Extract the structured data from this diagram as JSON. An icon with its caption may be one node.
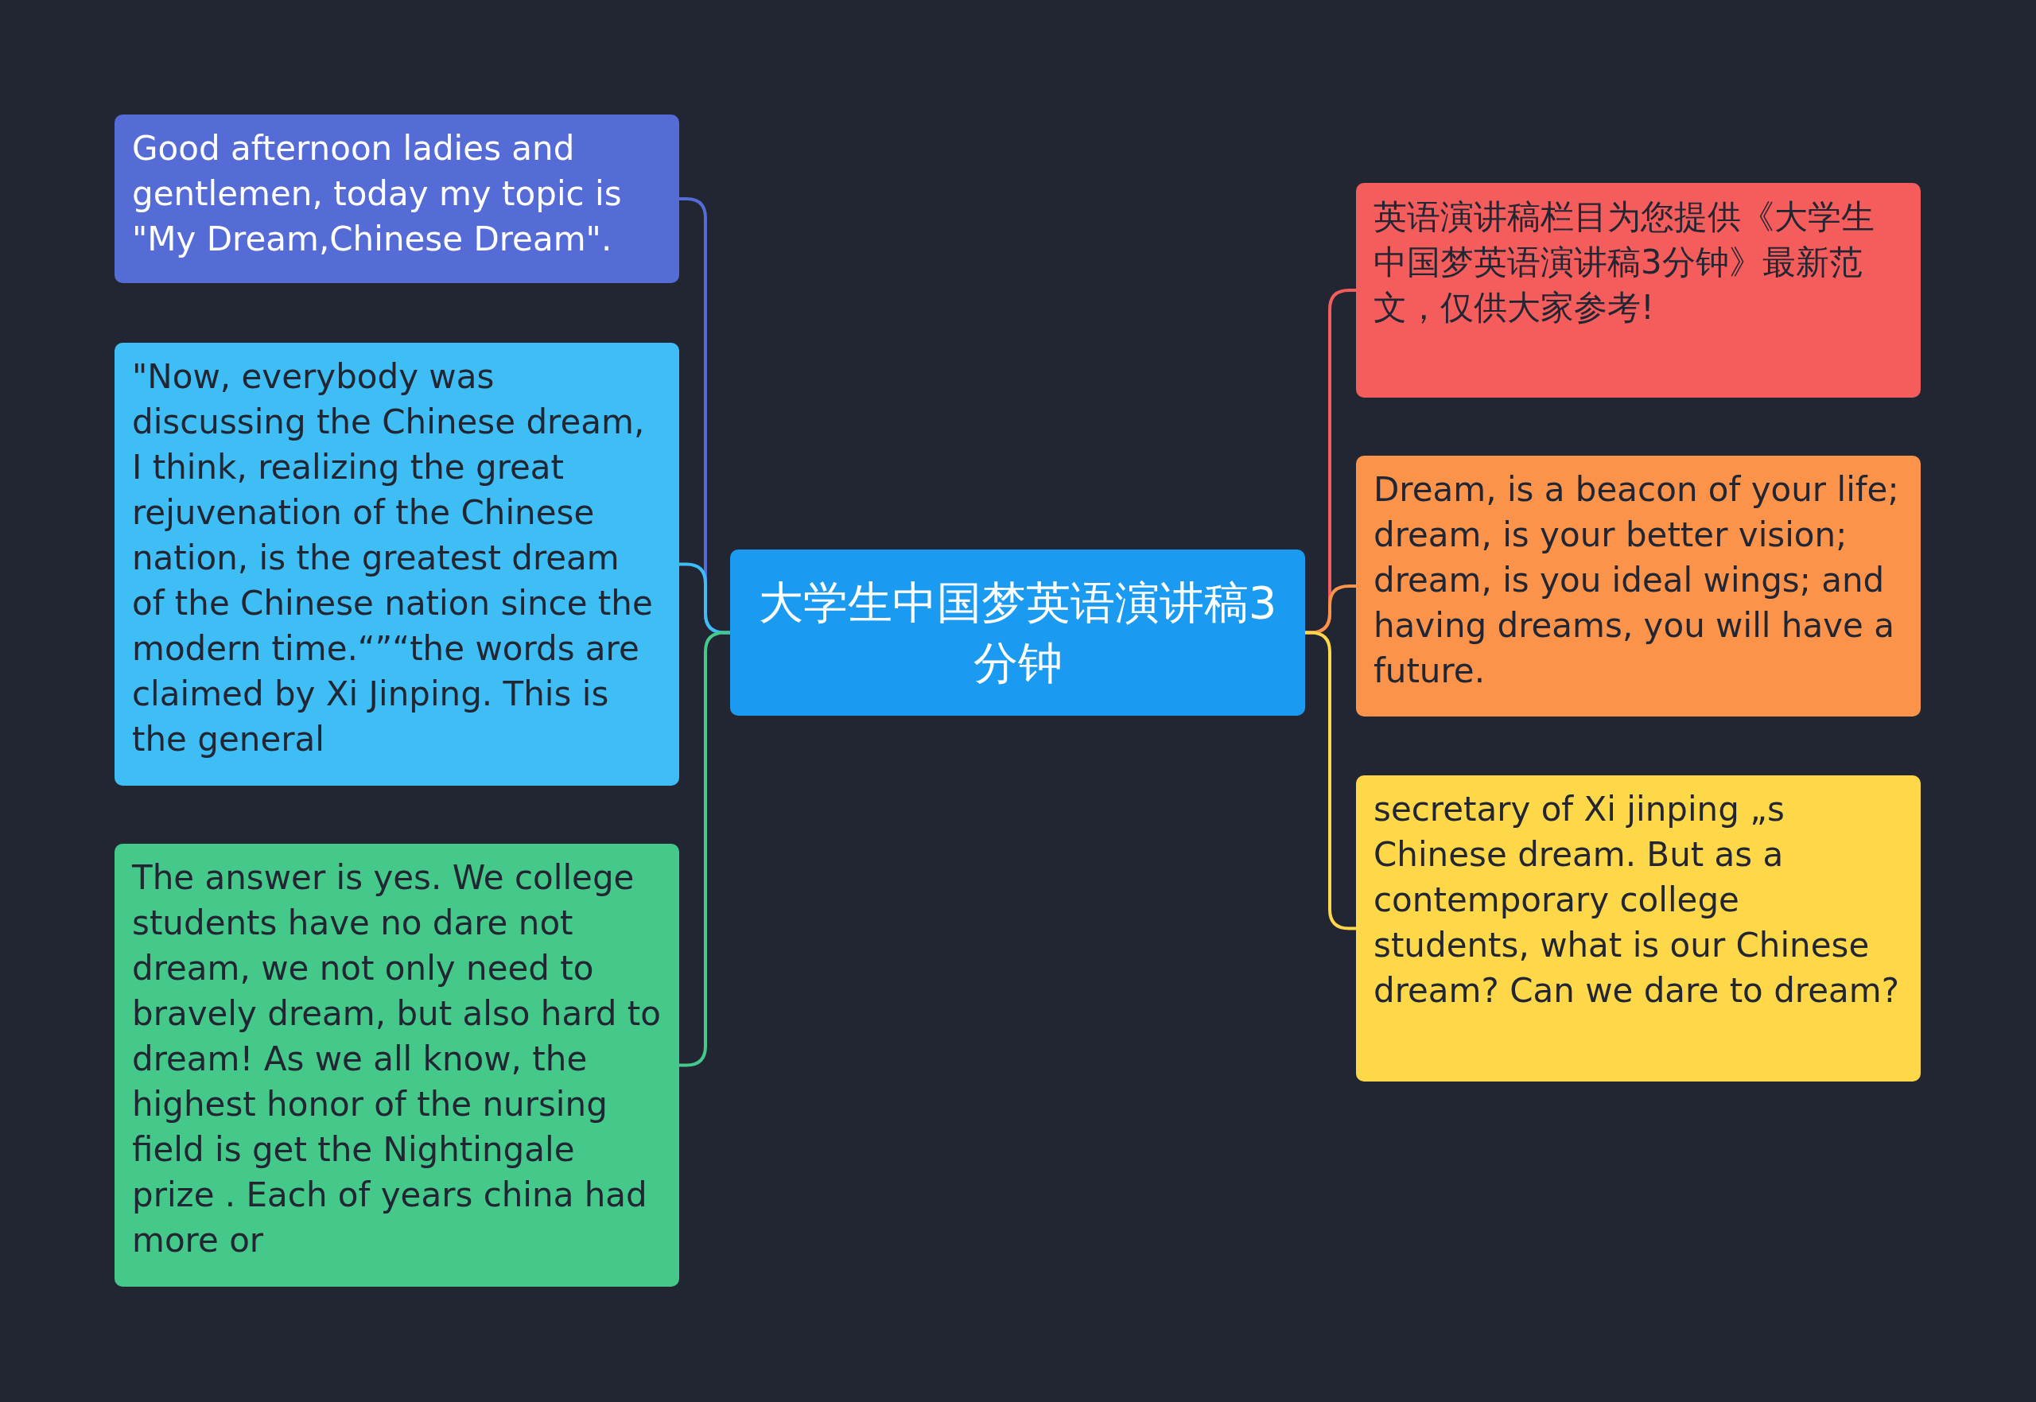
{
  "diagram": {
    "nodes": [
      {
        "text": [
          "大学生中国梦英语演讲稿3分钟"
        ]
      },
      {
        "text": [
          "Good afternoon ladies and gentlemen, today my topic is \"My Dream,Chinese Dream\"."
        ]
      },
      {
        "text": [
          "\"Now, everybody was discussing the Chinese dream, I think, realizing the great rejuvenation of the Chinese nation, is the greatest dream of the Chinese nation since the modern time.“”“the words are claimed by Xi Jinping. This is the general"
        ]
      },
      {
        "text": [
          "The answer is yes. We college students have no dare not dream, we not only need to bravely dream, but also hard to dream! As we all know, the highest honor of the nursing field is get the Nightingale prize . Each of years china had more or"
        ]
      },
      {
        "text": [
          "英语演讲稿栏目为您提供《大学生中国梦英语演讲稿3分钟》最新范文，仅供大家参考!"
        ]
      },
      {
        "text": [
          "Dream, is a beacon of your life; dream, is your better vision; dream, is you ideal wings; and having dreams, you will have a future."
        ]
      },
      {
        "text": [
          "secretary of Xi jinping „s Chinese dream. But as a contemporary college students, what is our Chinese dream? Can we dare to dream?"
        ]
      }
    ],
    "edges": [
      {
        "from": 0,
        "to": 1,
        "arrow": "none",
        "color": "#556bd6"
      },
      {
        "from": 0,
        "to": 2,
        "arrow": "none",
        "color": "#3fbef5"
      },
      {
        "from": 0,
        "to": 3,
        "arrow": "none",
        "color": "#45c98a"
      },
      {
        "from": 0,
        "to": 4,
        "arrow": "none",
        "color": "#f55d5d"
      },
      {
        "from": 0,
        "to": 5,
        "arrow": "none",
        "color": "#fb944a"
      },
      {
        "from": 0,
        "to": 6,
        "arrow": "none",
        "color": "#ffd84a"
      }
    ]
  }
}
